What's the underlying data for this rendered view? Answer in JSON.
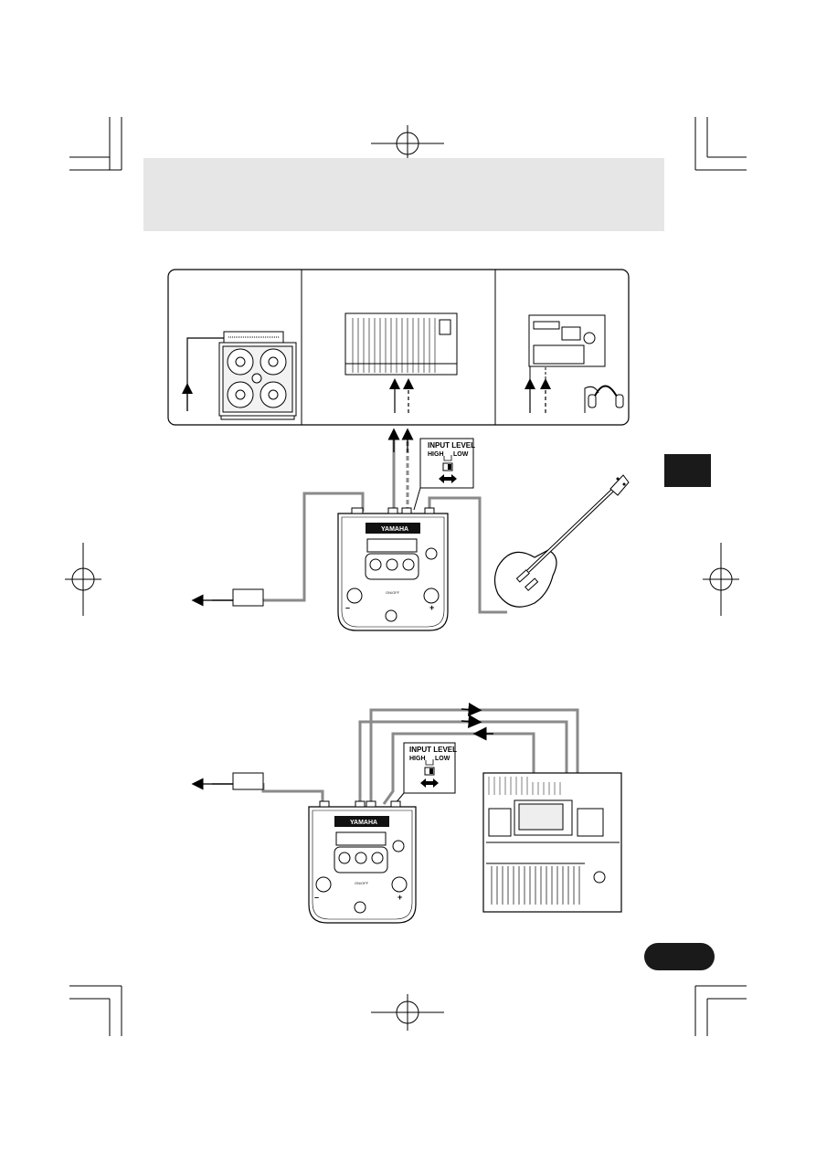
{
  "top_diagram": {
    "input_level_label": "INPUT LEVEL",
    "high_label": "HIGH",
    "low_label": "LOW",
    "brand": "YAMAHA",
    "onoff_label": "ON/OFF",
    "minus": "–",
    "plus": "+"
  },
  "bottom_diagram": {
    "input_level_label": "INPUT LEVEL",
    "high_label": "HIGH",
    "low_label": "LOW",
    "brand": "YAMAHA",
    "onoff_label": "ON/OFF",
    "minus": "–",
    "plus": "+"
  },
  "colors": {
    "header_bar": "#e6e6e6",
    "section_tab": "#1a1a1a",
    "page_badge": "#1a1a1a",
    "cable": "#8a8a8a"
  }
}
